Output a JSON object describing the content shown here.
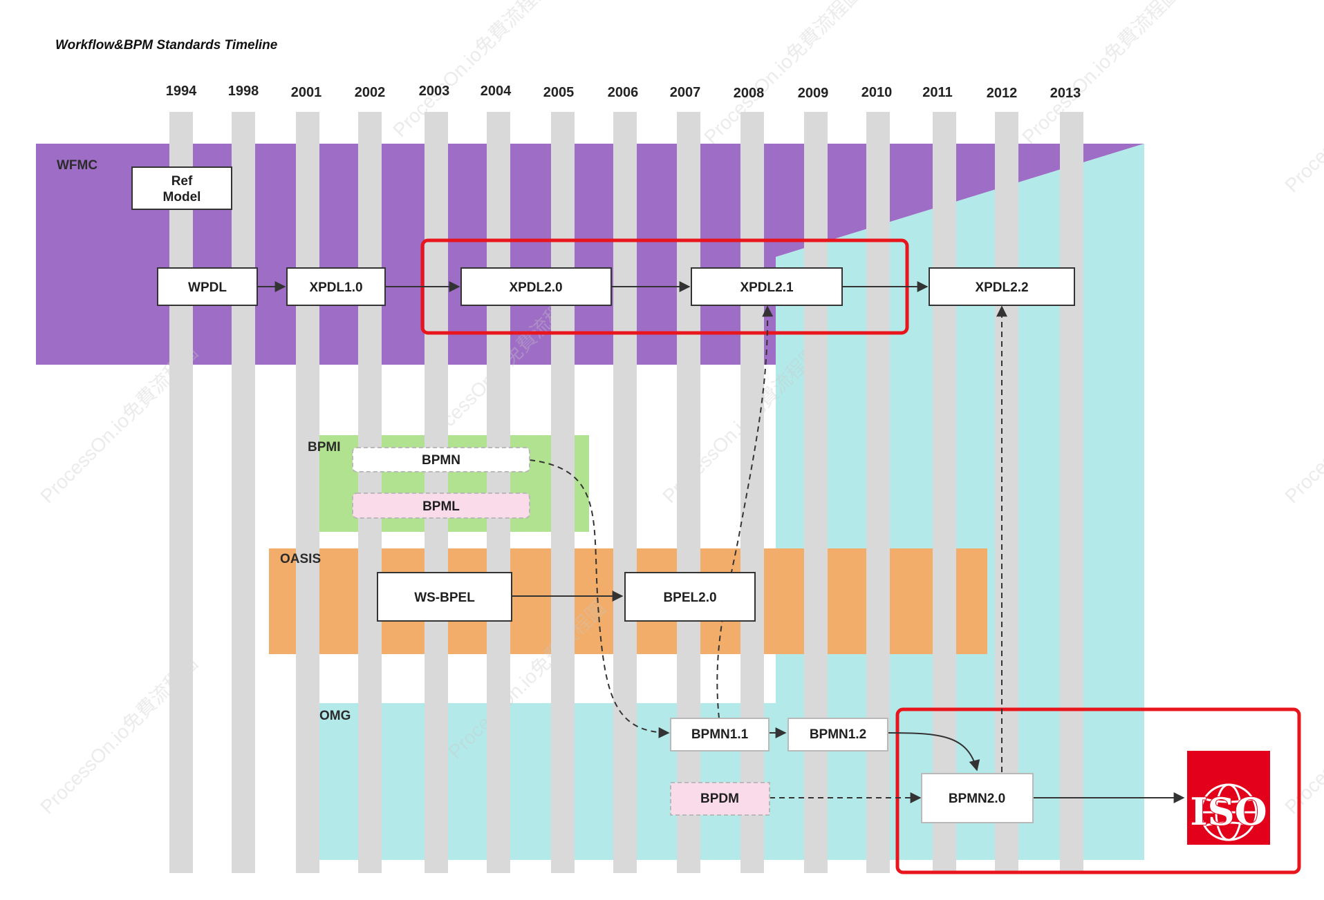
{
  "title": "Workflow&BPM  Standards  Timeline",
  "years": [
    "1994",
    "1998",
    "2001",
    "2002",
    "2003",
    "2004",
    "2005",
    "2006",
    "2007",
    "2008",
    "2009",
    "2010",
    "2011",
    "2012",
    "2013"
  ],
  "bands": {
    "wfmc": "WFMC",
    "bpmi": "BPMI",
    "oasis": "OASIS",
    "omg": "OMG"
  },
  "nodes": {
    "ref_model_line1": "Ref",
    "ref_model_line2": "Model",
    "wpdl": "WPDL",
    "xpdl10": "XPDL1.0",
    "xpdl20": "XPDL2.0",
    "xpdl21": "XPDL2.1",
    "xpdl22": "XPDL2.2",
    "bpmn": "BPMN",
    "bpml": "BPML",
    "wsbpel": "WS-BPEL",
    "bpel20": "BPEL2.0",
    "bpmn11": "BPMN1.1",
    "bpmn12": "BPMN1.2",
    "bpdm": "BPDM",
    "bpmn20": "BPMN2.0"
  },
  "iso": {
    "text": "ISO",
    "color": "#e2001a"
  },
  "watermark": "ProcessOn.io免費流程圖",
  "colors": {
    "wfmc": "#9e6ec6",
    "bpmi": "#b0e290",
    "oasis": "#f2ad6a",
    "omg": "#b4e9e9",
    "column": "#d9d9d9",
    "highlight": "#e8161c",
    "pink": "#f9dbea"
  }
}
